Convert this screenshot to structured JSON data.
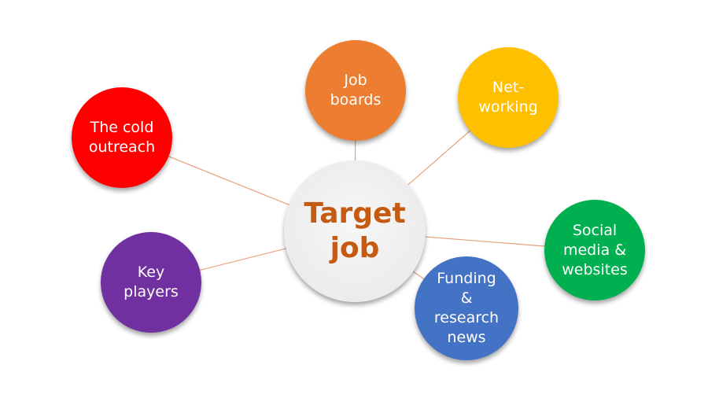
{
  "diagram": {
    "center": {
      "label": "Target\njob",
      "color": "#c55a11"
    },
    "connector_color": "#e8a27a",
    "nodes": [
      {
        "id": "jobboards",
        "label": "Job\nboards",
        "color": "#ed7d31"
      },
      {
        "id": "networking",
        "label": "Net-\nworking",
        "color": "#ffc000"
      },
      {
        "id": "cold",
        "label": "The cold\noutreach",
        "color": "#ff0000"
      },
      {
        "id": "social",
        "label": "Social\nmedia &\nwebsites",
        "color": "#00b050"
      },
      {
        "id": "key",
        "label": "Key\nplayers",
        "color": "#7030a0"
      },
      {
        "id": "funding",
        "label": "Funding\n&\nresearch\nnews",
        "color": "#4472c4"
      }
    ]
  }
}
